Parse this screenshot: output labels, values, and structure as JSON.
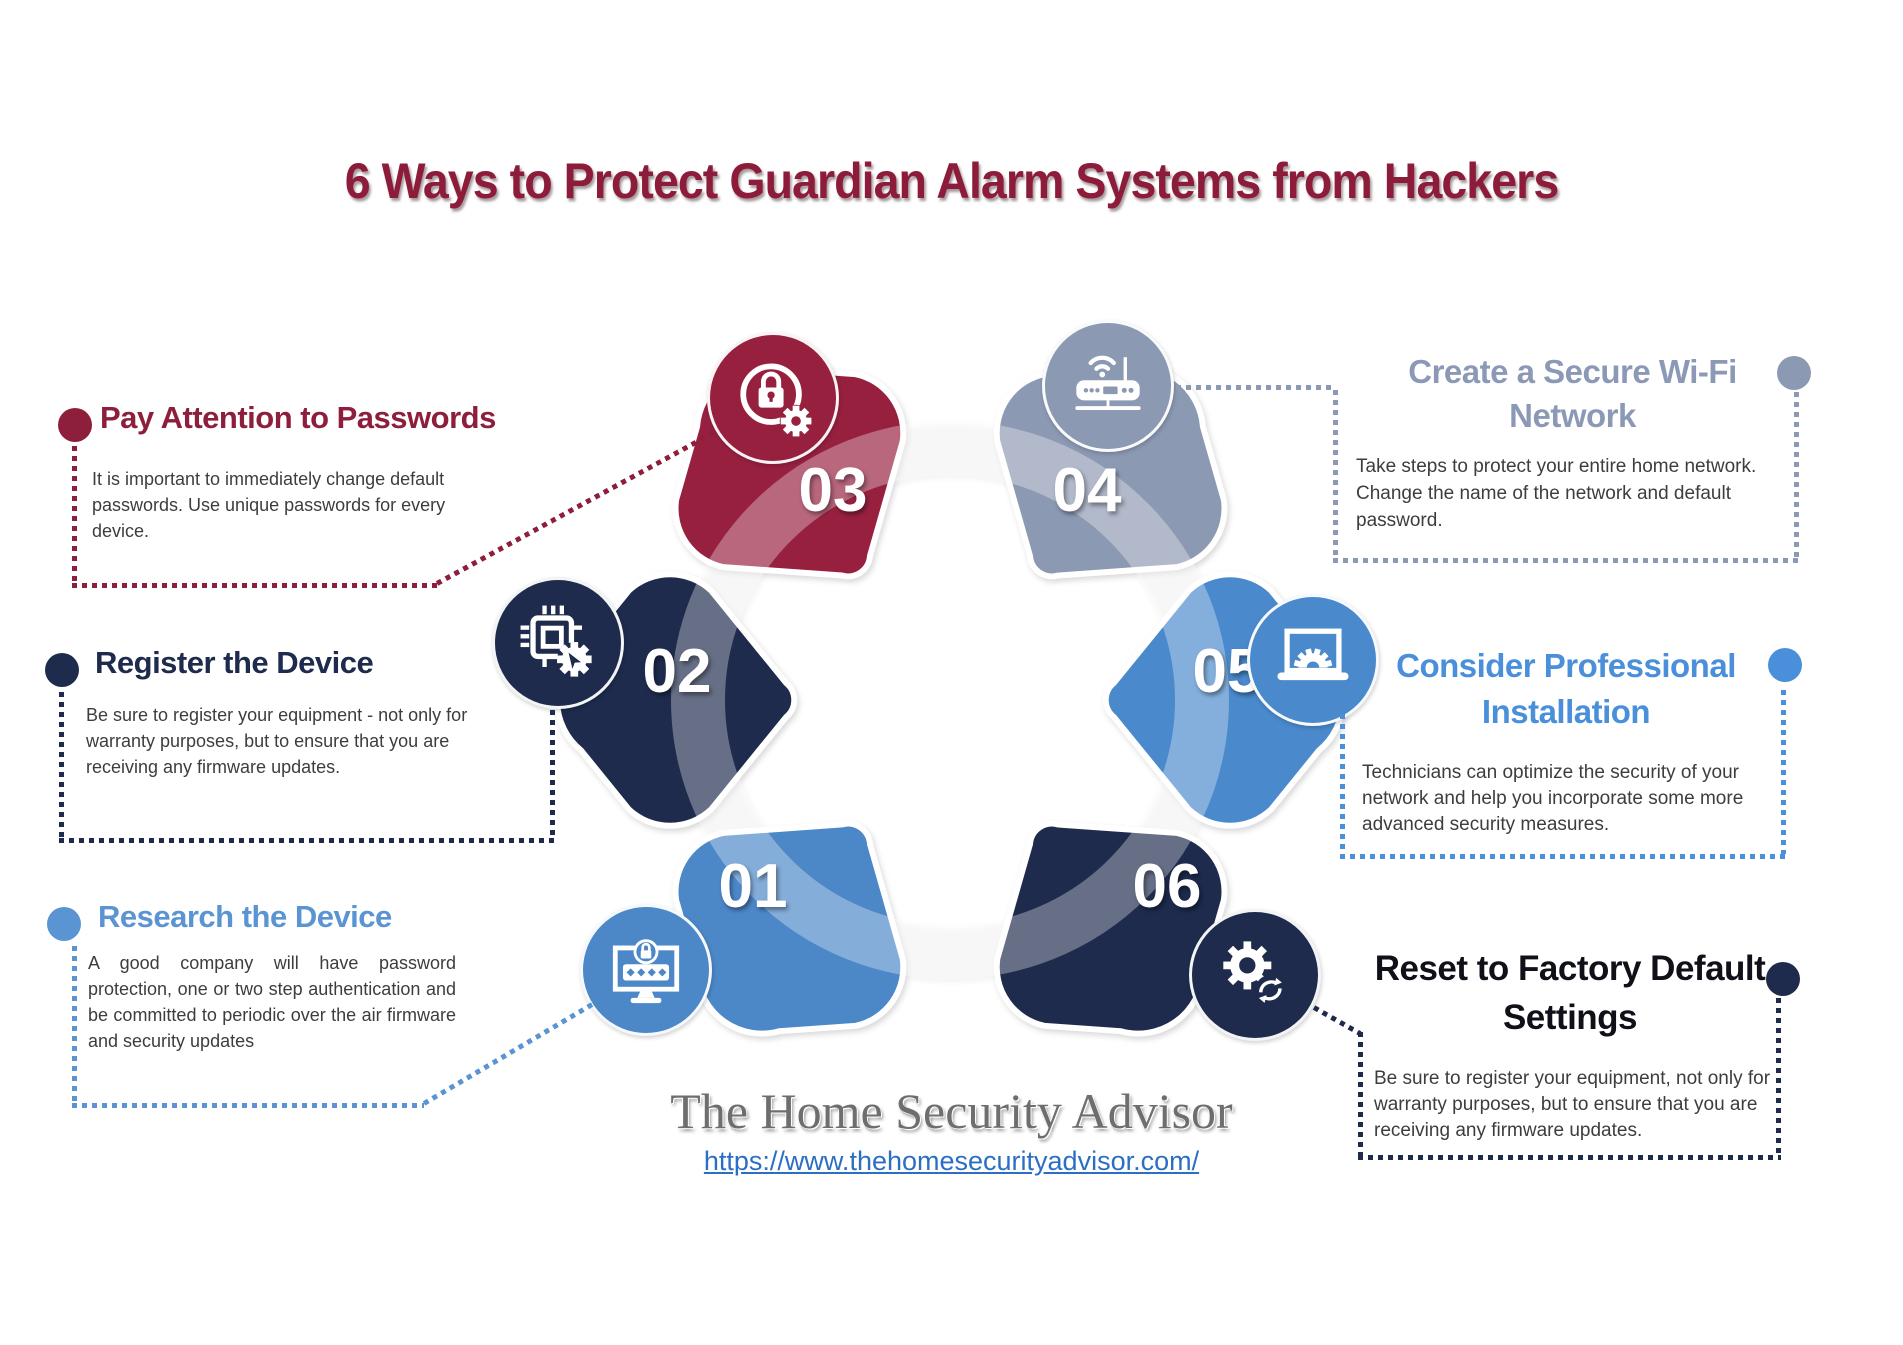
{
  "title": "6 Ways to Protect Guardian Alarm Systems from Hackers",
  "steps": [
    {
      "num": "01",
      "label": "Research the Device",
      "desc": "A good company will have password protection, one or two step authentication and be committed to periodic over the air firmware and security updates",
      "color": "#4C87C8",
      "title_color": "#5B94D2",
      "icon": "monitor-password-icon"
    },
    {
      "num": "02",
      "label": "Register the Device",
      "desc": "Be sure to register your equipment - not only for warranty purposes, but to ensure that you are receiving any firmware updates.",
      "color": "#1E2B4D",
      "title_color": "#1E2B4D",
      "icon": "chip-gear-icon"
    },
    {
      "num": "03",
      "label": "Pay Attention to Passwords",
      "desc": "It is important to immediately change default passwords. Use unique passwords for every device.",
      "color": "#97203F",
      "title_color": "#8E1F3C",
      "icon": "lock-circle-gear-icon"
    },
    {
      "num": "04",
      "label": "Create a Secure Wi-Fi Network",
      "desc": "Take steps to protect your entire home network.  Change the name of the network and default password.",
      "color": "#8C99B3",
      "title_color": "#8C99B6",
      "icon": "wifi-router-icon"
    },
    {
      "num": "05",
      "label": "Consider Professional Installation",
      "desc": "Technicians can optimize the security of your network and help you incorporate some more advanced security measures.",
      "color": "#4A89CC",
      "title_color": "#4A8FD9",
      "icon": "laptop-gear-icon"
    },
    {
      "num": "06",
      "label": "Reset to Factory Default Settings",
      "desc": "Be sure to register your equipment, not only for warranty purposes, but to ensure that you are receiving any firmware updates.",
      "color": "#1E2B4D",
      "title_color": "#101019",
      "icon": "gear-sync-icon"
    }
  ],
  "palette": {
    "maroon": "#97203F",
    "navy": "#1E2B4D",
    "gray_blue": "#8C99B3",
    "medium_blue": "#4A89CC",
    "light_blue": "#4C87C8",
    "title_maroon": "#8C1C3A",
    "body_text": "#3d3d3d",
    "link_blue": "#2b6fc4"
  },
  "footer": {
    "brand": "The Home Security Advisor",
    "url": "https://www.thehomesecurityadvisor.com/"
  }
}
